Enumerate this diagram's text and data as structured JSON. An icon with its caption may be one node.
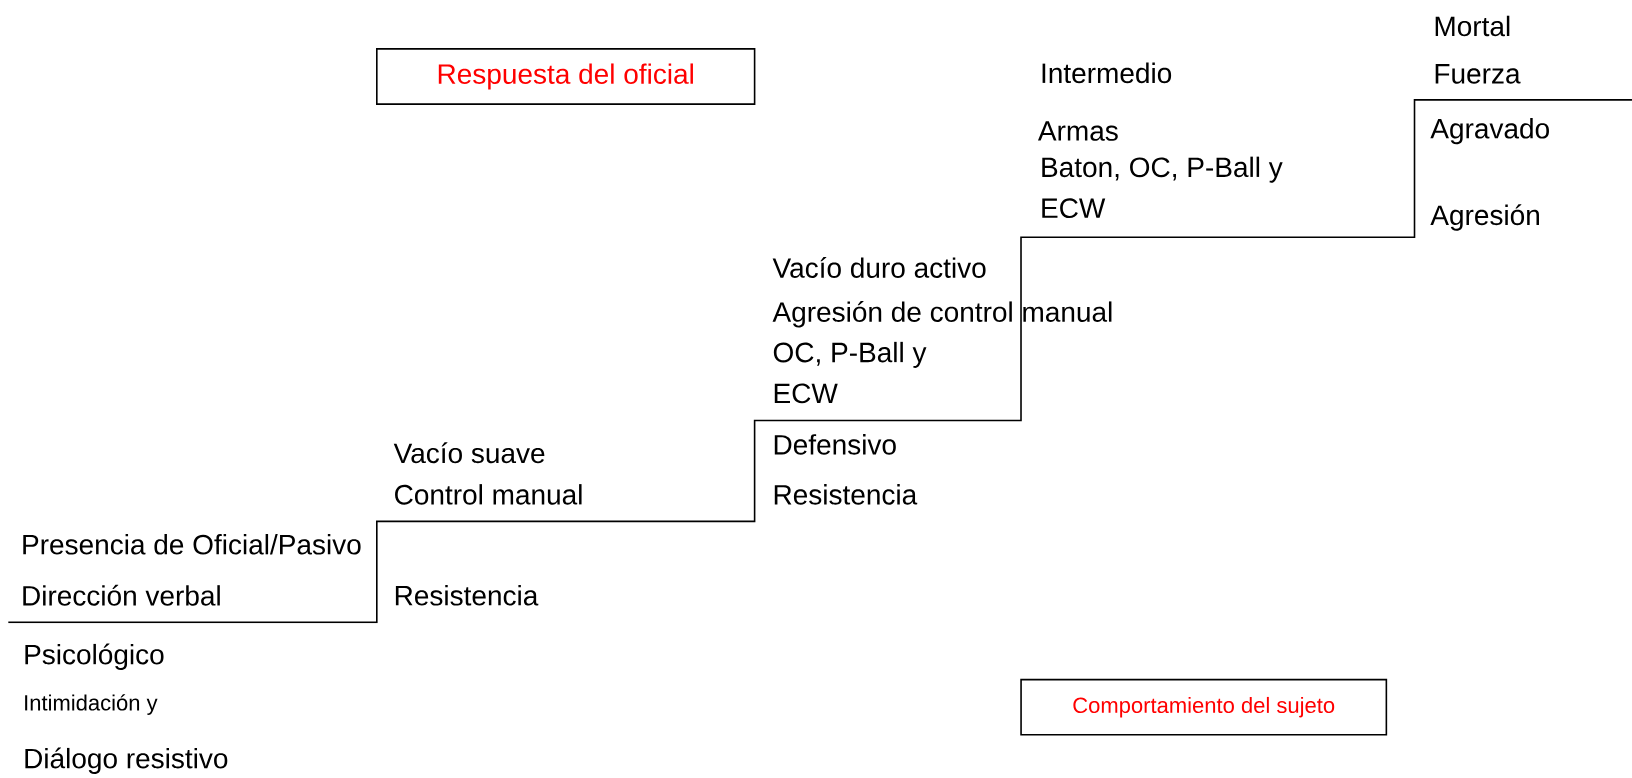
{
  "diagram": {
    "nodes": [
      {
        "text": [
          "Respuesta del oficial"
        ]
      },
      {
        "text": [
          "Comportamiento del sujeto"
        ]
      }
    ],
    "labels": [
      "Mortal",
      "Intermedio",
      "Fuerza",
      "Armas",
      "Agravado",
      "Baton, OC, P-Ball y",
      "ECW",
      "Agresión",
      "Vacío duro activo",
      "Agresión de control manual",
      "OC, P-Ball y",
      "ECW",
      "Vacío suave",
      "Defensivo",
      "Control manual",
      "Resistencia",
      "Presencia de Oficial/Pasivo",
      "Dirección verbal",
      "Resistencia",
      "Psicológico",
      "Intimidación y",
      "Diálogo resistivo"
    ]
  }
}
